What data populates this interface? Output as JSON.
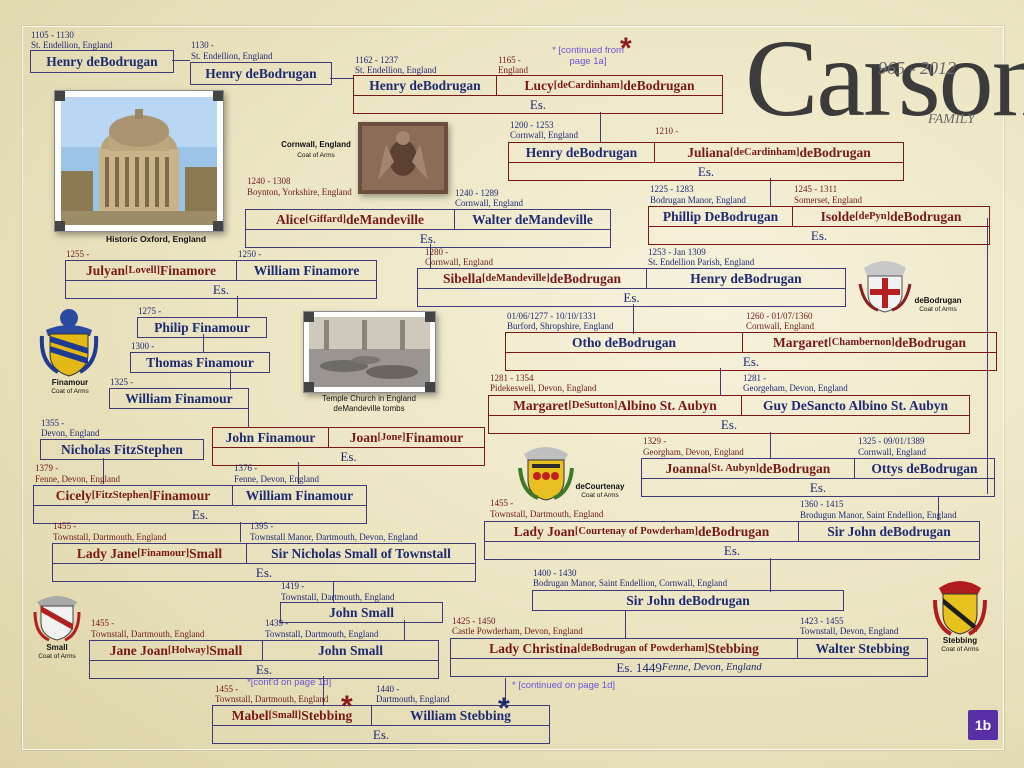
{
  "title": {
    "name": "Carson",
    "years": "965 - 2012",
    "subtitle": "FAMILY"
  },
  "page_badge": "1b",
  "es_label": "Es.",
  "notes": {
    "continued_from": "* [continued from page 1a]",
    "contd_on_1d": "*[cont'd on page 1d]",
    "continued_on_1d": "* [continued on page 1d]"
  },
  "photos": {
    "oxford": "Historic Oxford, England",
    "cornwall_title": "Cornwall, England",
    "cornwall_sub": "Coat of Arms",
    "temple": "Temple Church in England deMandeville tombs"
  },
  "coats": {
    "debodrugan": {
      "name": "deBodrugan",
      "sub": "Coat of Arms"
    },
    "finamour": {
      "name": "Finamour",
      "sub": "Coat of Arms"
    },
    "decourtenay": {
      "name": "deCourtenay",
      "sub": "Coat of Arms"
    },
    "small": {
      "name": "Small",
      "sub": "Coat of Arms"
    },
    "stebbing": {
      "name": "Stebbing",
      "sub": "Coat of Arms"
    }
  },
  "people": {
    "p1": {
      "dates": "1105 - 1130",
      "place": "St. Endellion, England",
      "name": "Henry deBodrugan"
    },
    "p2": {
      "dates": "1130 -",
      "place": "St. Endellion, England",
      "name": "Henry deBodrugan"
    },
    "p3": {
      "dates": "1162 - 1237",
      "place": "St. Endellion, England",
      "name": "Henry deBodrugan"
    },
    "p3w": {
      "dates": "1165 -",
      "place": "England",
      "first": "Lucy ",
      "maiden": "[deCardinham]",
      "last": " deBodrugan"
    },
    "p4": {
      "dates": "1200 - 1253",
      "place": "Cornwall, England",
      "name": "Henry deBodrugan"
    },
    "p4w": {
      "dates": "1210 -",
      "place": "",
      "first": "Juliana ",
      "maiden": "[deCardinham]",
      "last": " deBodrugan"
    },
    "p5": {
      "dates": "1225 - 1283",
      "place": "Bodrugan Manor, England",
      "name": "Phillip DeBodrugan"
    },
    "p5w": {
      "dates": "1245 - 1311",
      "place": "Somerset, England",
      "first": "Isolde ",
      "maiden": "[dePyn]",
      "last": " deBodrugan"
    },
    "a1": {
      "dates": "1240 - 1308",
      "place": "Boynton, Yorkshire, England",
      "first": "Alice ",
      "maiden": "[Giffard]",
      "last": " deMandeville"
    },
    "a1h": {
      "dates": "1240 - 1289",
      "place": "Cornwall, England",
      "name": "Walter deMandeville"
    },
    "s1": {
      "dates": "1280 -",
      "place": "Cornwall, England",
      "first": "Sibella ",
      "maiden": "[deMandeville]",
      "last": " deBodrugan"
    },
    "s1h": {
      "dates": "1253 - Jan 1309",
      "place": "St. Endellion Parish, England",
      "name": "Henry deBodrugan"
    },
    "o1": {
      "dates": "01/06/1277 - 10/10/1331",
      "place": "Burford, Shropshire, England",
      "name": "Otho deBodrugan"
    },
    "o1w": {
      "dates": "1260 - 01/07/1360",
      "place": "Cornwall, England",
      "first": "Margaret ",
      "maiden": "[Chambernon]",
      "last": " deBodrugan"
    },
    "m1": {
      "dates": "1281 - 1354",
      "place": "Pidekeswell, Devon, England",
      "first": "Margaret ",
      "maiden": "[DeSutton]",
      "last": " Albino St. Aubyn"
    },
    "m1h": {
      "dates": "1281 -",
      "place": "Georgeham, Devon, England",
      "name": "Guy DeSancto Albino St. Aubyn"
    },
    "j1": {
      "dates": "1329 -",
      "place": "Georgham, Devon, England",
      "first": "Joanna ",
      "maiden": "[St. Aubyn]",
      "last": " deBodrugan"
    },
    "j1h": {
      "dates": "1325 - 09/01/1389",
      "place": "Cornwall, England",
      "name": "Ottys deBodrugan"
    },
    "lj": {
      "dates": "1455 -",
      "place": "Townstall, Dartmouth, England",
      "first": "Lady Joan ",
      "maiden": "[Courtenay of Powderham]",
      "last": " deBodrugan"
    },
    "ljh": {
      "dates": "1360 - 1415",
      "place": "Brodugun Manor, Saint Endellion, England",
      "name": "Sir John deBodrugan"
    },
    "sj": {
      "dates": "1400 - 1430",
      "place": "Bodrugan Manor, Saint Endellion, Cornwall, England",
      "name": "Sir John deBodrugan"
    },
    "lc": {
      "dates": "1425 - 1450",
      "place": "Castle Powderham, Devon, England",
      "first": "Lady Christina ",
      "maiden": "[deBodrugan of Powderham]",
      "last": " Stebbing"
    },
    "lch": {
      "dates": "1423 - 1455",
      "place": "Townstall, Devon, England",
      "name": "Walter Stebbing",
      "es_extra": "Es. 1449 ",
      "es_place": "Fenne, Devon, England"
    },
    "jf": {
      "dates": "1255 -",
      "place": "",
      "first": "Julyan ",
      "maiden": "[Lovell]",
      "last": " Finamore"
    },
    "jfh": {
      "dates": "1250 -",
      "place": "",
      "name": "William Finamore"
    },
    "pf": {
      "dates": "1275 -",
      "place": "",
      "name": "Philip Finamour"
    },
    "tf": {
      "dates": "1300 -",
      "place": "",
      "name": "Thomas Finamour"
    },
    "wf": {
      "dates": "1325 -",
      "place": "",
      "name": "William Finamour"
    },
    "nf": {
      "dates": "1355 -",
      "place": "Devon, England",
      "name": "Nicholas FitzStephen"
    },
    "jn": {
      "name": "John Finamour"
    },
    "jnw": {
      "first": "Joan ",
      "maiden": "[Jone]",
      "last": " Finamour"
    },
    "cf": {
      "dates": "1379 -",
      "place": "Fenne, Devon, England",
      "first": "Cicely ",
      "maiden": "[FitzStephen]",
      "last": " Finamour"
    },
    "cfh": {
      "dates": "1376 -",
      "place": "Fenne, Devon, England",
      "name": "William Finamour"
    },
    "ls": {
      "dates": "1455 -",
      "place": "Townstall, Dartmouth, England",
      "first": "Lady Jane ",
      "maiden": "[Finamour]",
      "last": " Small"
    },
    "lsh": {
      "dates": "1395 -",
      "place": "Townstall Manor, Dartmouth, Devon, England",
      "name": "Sir Nicholas Small of Townstall"
    },
    "js": {
      "dates": "1419 -",
      "place": "Townstall, Dartmouth, England",
      "name": "John Small"
    },
    "jj": {
      "dates": "1455 -",
      "place": "Townstall, Dartmouth, England",
      "first": "Jane Joan ",
      "maiden": "[Holway]",
      "last": " Small"
    },
    "jjh": {
      "dates": "1439 -",
      "place": "Townstall, Dartmouth, England",
      "name": "John Small"
    },
    "ms": {
      "dates": "1455 -",
      "place": "Townstall, Dartmouth, England",
      "first": "Mabel ",
      "maiden": "[Small]",
      "last": " Stebbing"
    },
    "msh": {
      "dates": "1440 -",
      "place": "Dartmouth, England",
      "name": "William Stebbing"
    }
  },
  "colors": {
    "male": "#1f2a73",
    "female": "#7a1818",
    "line": "#3f3a78",
    "note": "#6a55d8",
    "badge": "#5a2fa6"
  }
}
